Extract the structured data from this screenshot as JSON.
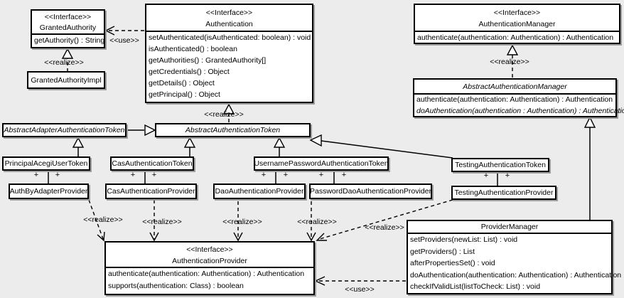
{
  "colors": {
    "background": "#ececec",
    "box_fill": "#ffffff",
    "line": "#000000",
    "shadow": "#9c9c9c"
  },
  "classes": {
    "granted_authority": {
      "stereotype": "<<Interface>>",
      "name": "GrantedAuthority",
      "methods": [
        "getAuthority() : String"
      ]
    },
    "granted_authority_impl": {
      "name": "GrantedAuthorityImpl"
    },
    "authentication": {
      "stereotype": "<<Interface>>",
      "name": "Authentication",
      "methods": [
        "setAuthenticated(isAuthenticated: boolean) : void",
        "isAuthenticated() : boolean",
        "getAuthorities() : GrantedAuthority[]",
        "getCredentials() : Object",
        "getDetails() : Object",
        "getPrincipal() : Object"
      ]
    },
    "authentication_manager": {
      "stereotype": "<<Interface>>",
      "name": "AuthenticationManager",
      "methods": [
        "authenticate(authentication: Authentication) : Authentication"
      ]
    },
    "abstract_authentication_manager": {
      "name": "AbstractAuthenticationManager",
      "methods": [
        "authenticate(authentication: Authentication) : Authentication",
        "doAuthentication(authentication : Authentication) : Authentication"
      ]
    },
    "abstract_adapter_authentication_token": {
      "name": "AbstractAdapterAuthenticationToken"
    },
    "abstract_authentication_token": {
      "name": "AbstractAuthenticationToken"
    },
    "principal_acegi_user_token": {
      "name": "PrincipalAcegiUserToken"
    },
    "cas_authentication_token": {
      "name": "CasAuthenticationToken"
    },
    "username_password_authentication_token": {
      "name": "UsernamePasswordAuthenticationToken"
    },
    "testing_authentication_token": {
      "name": "TestingAuthenticationToken"
    },
    "auth_by_adapter_provider": {
      "name": "AuthByAdapterProvider"
    },
    "cas_authentication_provider": {
      "name": "CasAuthenticationProvider"
    },
    "dao_authentication_provider": {
      "name": "DaoAuthenticationProvider"
    },
    "password_dao_authentication_provider": {
      "name": "PasswordDaoAuthenticationProvider"
    },
    "testing_authentication_provider": {
      "name": "TestingAuthenticationProvider"
    },
    "authentication_provider": {
      "stereotype": "<<Interface>>",
      "name": "AuthenticationProvider",
      "methods": [
        "authenticate(authentication: Authentication) : Authentication",
        "supports(authentication: Class) : boolean"
      ]
    },
    "provider_manager": {
      "name": "ProviderManager",
      "methods": [
        "setProviders(newList: List) : void",
        "getProviders() : List",
        "afterPropertiesSet() : void",
        "doAuthentication(authentication: Authentication) : Authentication",
        "checkIfValidList(listToCheck: List) : void"
      ]
    }
  },
  "edge_labels": [
    {
      "kind": "use",
      "text": "<<use>>"
    },
    {
      "kind": "realize",
      "text": "<<realize>>"
    },
    {
      "kind": "realize",
      "text": "<<realize>>"
    },
    {
      "kind": "realize",
      "text": "<<realize>>"
    },
    {
      "kind": "realize",
      "text": "<<realize>>"
    },
    {
      "kind": "realize",
      "text": "<<realize>>"
    },
    {
      "kind": "realize",
      "text": "<<realize>>"
    },
    {
      "kind": "realize",
      "text": "<<realize>>"
    },
    {
      "kind": "realize",
      "text": "<<realize>>"
    },
    {
      "kind": "use",
      "text": "<<use>>"
    }
  ],
  "association_end_symbol": "+"
}
